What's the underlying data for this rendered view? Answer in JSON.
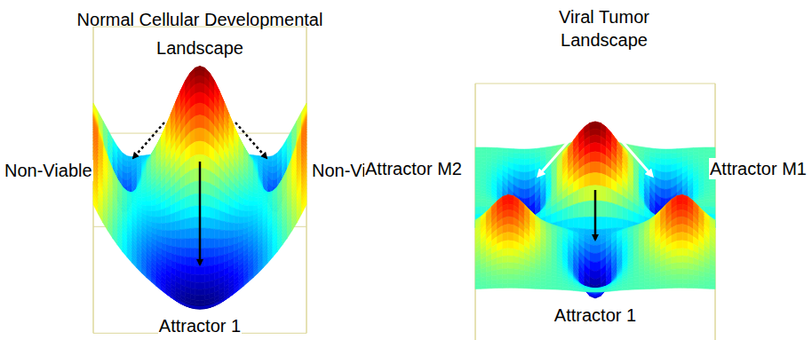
{
  "diagram": {
    "labels": [
      "Normal Cellular Developmental Landscape",
      "Non-Viable",
      "Non-Viable",
      "Attractor 1",
      "Viral Tumor Landscape",
      "Attractor M2",
      "Attractor M1",
      "Attractor 1"
    ]
  }
}
